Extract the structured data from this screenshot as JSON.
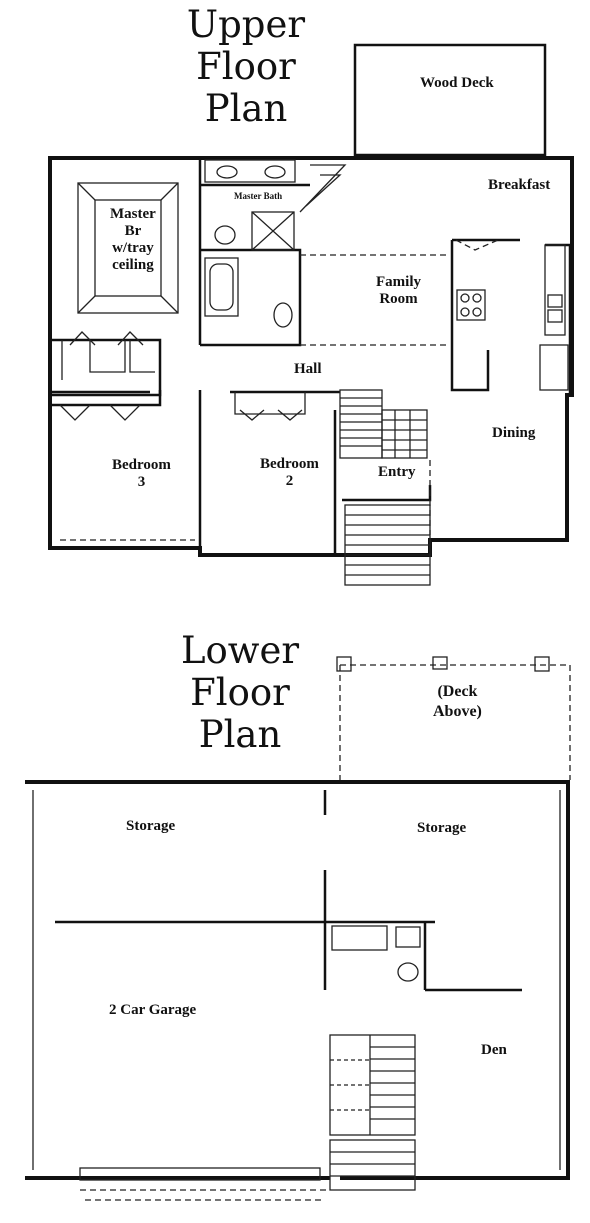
{
  "upper": {
    "title": [
      "Upper",
      "Floor",
      "Plan"
    ],
    "rooms": {
      "wood_deck": "Wood Deck",
      "breakfast": "Breakfast",
      "master_bath": "Master Bath",
      "master_br": [
        "Master",
        "Br",
        "w/tray",
        "ceiling"
      ],
      "family_room": [
        "Family",
        "Room"
      ],
      "hall": "Hall",
      "dining": "Dining",
      "bedroom3": [
        "Bedroom",
        "3"
      ],
      "bedroom2": [
        "Bedroom",
        "2"
      ],
      "entry": "Entry"
    }
  },
  "lower": {
    "title": [
      "Lower",
      "Floor",
      "Plan"
    ],
    "rooms": {
      "deck_above": [
        "(Deck",
        "Above)"
      ],
      "storage_left": "Storage",
      "storage_right": "Storage",
      "garage": "2 Car Garage",
      "den": "Den"
    }
  }
}
